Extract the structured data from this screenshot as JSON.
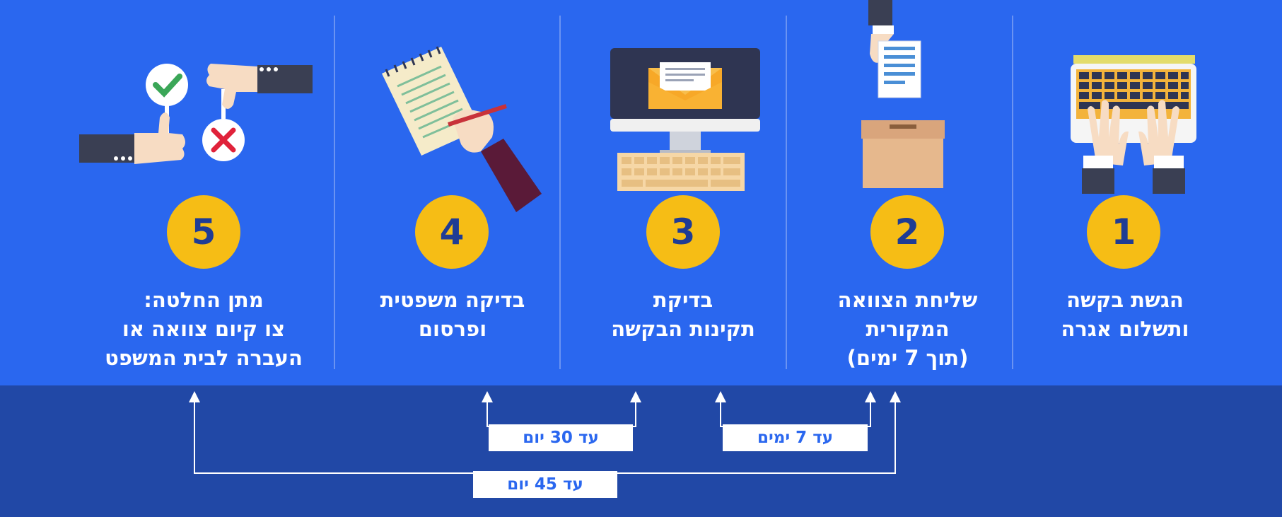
{
  "steps": [
    {
      "number": "1",
      "lines": [
        "הגשת בקשה",
        "ותשלום אגרה"
      ]
    },
    {
      "number": "2",
      "lines": [
        "שליחת הצוואה",
        "המקורית",
        "(תוך 7 ימים)"
      ]
    },
    {
      "number": "3",
      "lines": [
        "בדיקת",
        "תקינות הבקשה"
      ]
    },
    {
      "number": "4",
      "lines": [
        "בדיקה משפטית",
        "ופרסום"
      ]
    },
    {
      "number": "5",
      "lines": [
        "מתן החלטה:",
        "צו קיום צוואה או",
        "העברה לבית המשפט"
      ]
    }
  ],
  "timeline": {
    "span_7_days": "עד 7 ימים",
    "span_30_days": "עד 30 יום",
    "span_45_days": "עד 45 יום"
  },
  "colors": {
    "background": "#2a67ef",
    "footer": "#2148a6",
    "badge": "#f6bd15",
    "badge_text": "#1f3c94"
  }
}
